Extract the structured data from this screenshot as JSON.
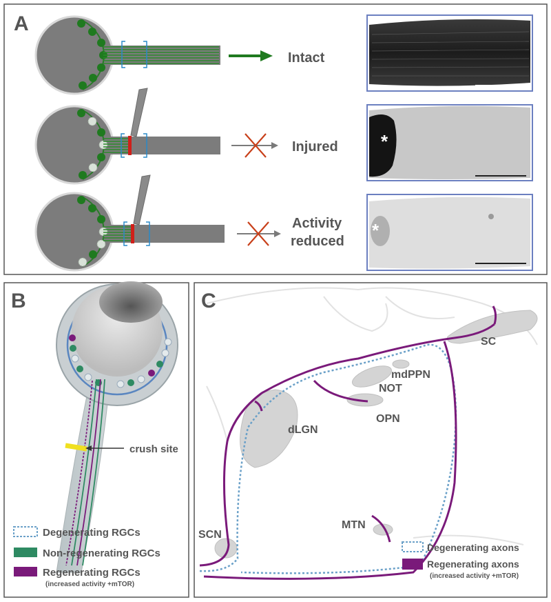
{
  "panel_a": {
    "letter": "A",
    "rows": [
      {
        "label_line1": "Intact",
        "label_line2": ""
      },
      {
        "label_line1": "Injured",
        "label_line2": ""
      },
      {
        "label_line1": "Activity",
        "label_line2": "reduced"
      }
    ],
    "asterisk": "*"
  },
  "panel_b": {
    "letter": "B",
    "crush_label": "crush site",
    "legend": [
      {
        "label": "Degenerating RGCs",
        "sub": ""
      },
      {
        "label": "Non-regenerating RGCs",
        "sub": ""
      },
      {
        "label": "Regenerating RGCs",
        "sub": "(increased activity +mTOR)"
      }
    ]
  },
  "panel_c": {
    "letter": "C",
    "regions": [
      "SC",
      "mdPPN",
      "NOT",
      "OPN",
      "dLGN",
      "MTN",
      "SCN"
    ],
    "legend": [
      {
        "label": "Degenerating axons",
        "sub": ""
      },
      {
        "label": "Regenerating axons",
        "sub": "(increased activity +mTOR)"
      }
    ]
  },
  "colors": {
    "green": "#1f7a2a",
    "teal_green": "#2e8a62",
    "purple": "#7a1a7a",
    "dotted_blue": "#6aa0c8",
    "red_cross": "#c8401a",
    "gray": "#7a7a7a",
    "frame_blue": "#6b7fc0"
  }
}
